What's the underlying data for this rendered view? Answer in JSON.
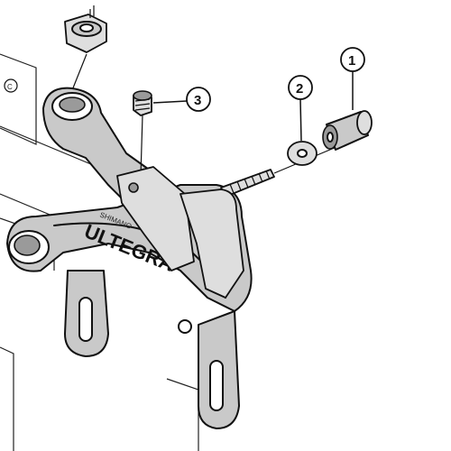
{
  "diagram": {
    "brand_name": "ULTEGRA",
    "brand_subtext": "SHIMANO",
    "callouts": [
      {
        "number": "1",
        "part": "nut"
      },
      {
        "number": "2",
        "part": "washer"
      },
      {
        "number": "3",
        "part": "adjusting-screw"
      }
    ],
    "circle_mark": "C"
  }
}
